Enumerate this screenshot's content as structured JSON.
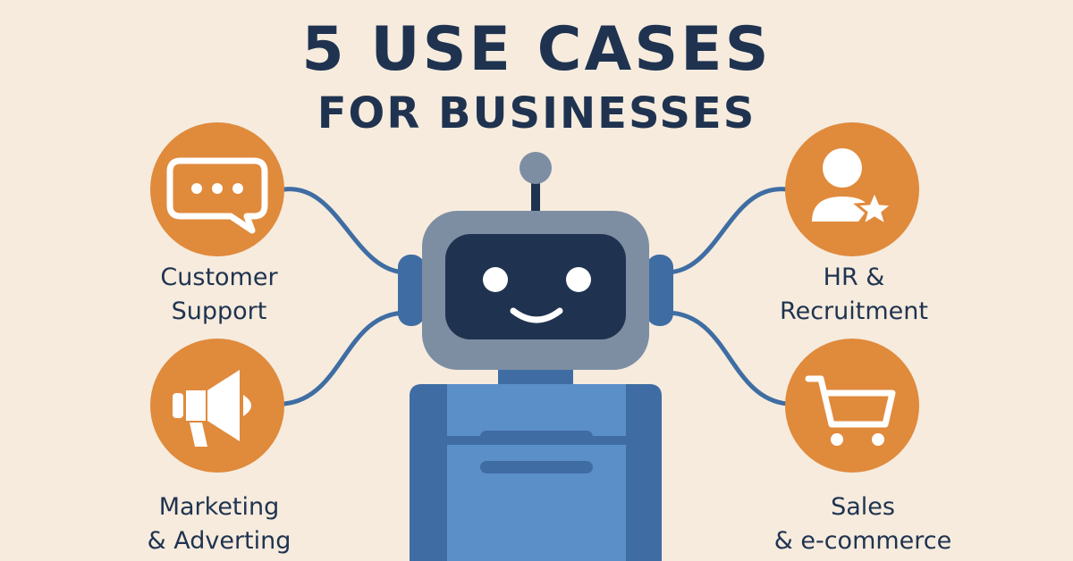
{
  "title": {
    "line1": "5 USE CASES",
    "line2": "FOR BUSINESSES"
  },
  "use_cases": [
    {
      "line1": "Customer",
      "line2": "Support",
      "icon": "chat-bubble-icon"
    },
    {
      "line1": "Marketing",
      "line2": "& Adverting",
      "icon": "megaphone-icon"
    },
    {
      "line1": "HR &",
      "line2": "Recruitment",
      "icon": "person-star-icon"
    },
    {
      "line1": "Sales",
      "line2": "& e-commerce",
      "icon": "shopping-cart-icon"
    }
  ],
  "colors": {
    "background": "#f6ebdd",
    "title": "#1f3350",
    "accent_orange": "#e08a3c",
    "robot_blue": "#5b8fc8",
    "robot_dark": "#1f3350",
    "robot_gray": "#7d8ea3",
    "connector": "#3f6da3"
  }
}
